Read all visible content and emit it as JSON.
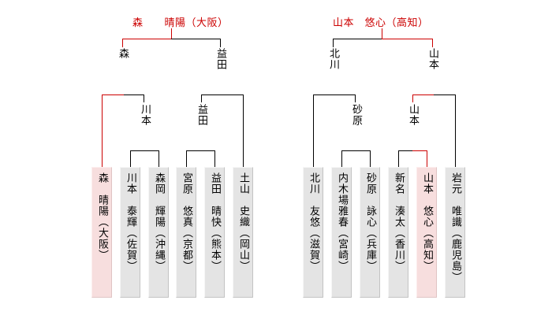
{
  "page": {
    "background": "#ffffff"
  },
  "colors": {
    "winner_path": "#cc0000",
    "line": "#000000",
    "title_text": "#cc0000",
    "text": "#000000",
    "box_bg": "#e4e4e4",
    "box_highlight_bg": "#f7dede"
  },
  "left_bracket": {
    "champion_label": "森　　晴陽（大阪）",
    "round2_winner_labels": [
      "森",
      "益田"
    ],
    "round1_winner_labels": [
      "川本",
      "益田"
    ],
    "players": [
      {
        "label": "森　晴陽（大阪）",
        "winner": true
      },
      {
        "label": "川本　泰輝（佐賀）",
        "winner": false
      },
      {
        "label": "森岡　輝陽（沖縄）",
        "winner": false
      },
      {
        "label": "宮原　悠真（京都）",
        "winner": false
      },
      {
        "label": "益田　晴快（熊本）",
        "winner": false
      },
      {
        "label": "土山　史織（岡山）",
        "winner": false
      }
    ]
  },
  "right_bracket": {
    "champion_label": "山本　悠心（高知）",
    "round2_winner_labels": [
      "北川",
      "山本"
    ],
    "round1_winner_labels": [
      "砂原",
      "山本"
    ],
    "players": [
      {
        "label": "北川　友悠（滋賀）",
        "winner": false
      },
      {
        "label": "内木場雅春（宮崎）",
        "winner": false
      },
      {
        "label": "砂原　詠心（兵庫）",
        "winner": false
      },
      {
        "label": "新名　湊太（香川）",
        "winner": false
      },
      {
        "label": "山本　悠心（高知）",
        "winner": true
      },
      {
        "label": "岩元　唯識（鹿児島）",
        "winner": false
      }
    ]
  }
}
